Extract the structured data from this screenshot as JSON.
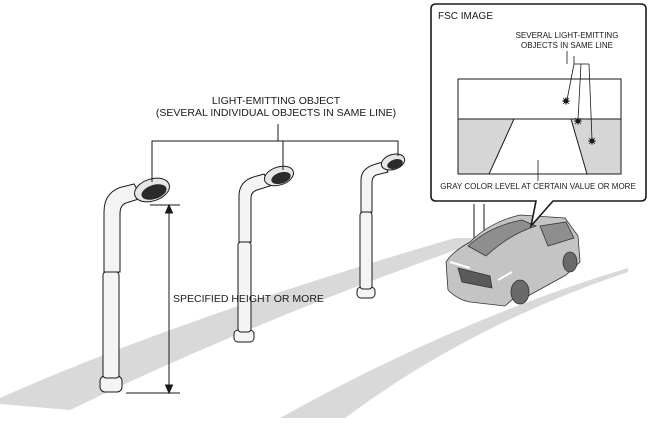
{
  "labels": {
    "object_line1": "LIGHT-EMITTING OBJECT",
    "object_line2": "(SEVERAL INDIVIDUAL OBJECTS IN SAME LINE)",
    "height": "SPECIFIED HEIGHT OR MORE"
  },
  "inset": {
    "title": "FSC IMAGE",
    "objects_line1": "SEVERAL LIGHT-EMITTING",
    "objects_line2": "OBJECTS IN SAME LINE",
    "gray_level": "GRAY COLOR LEVEL AT CERTAIN VALUE OR MORE"
  },
  "colors": {
    "road": "#d8d8d8",
    "pole": "#f4f4f4",
    "outline": "#1a1a1a",
    "car": "#c4c4c4",
    "inset_gray": "#d6d6d6"
  }
}
